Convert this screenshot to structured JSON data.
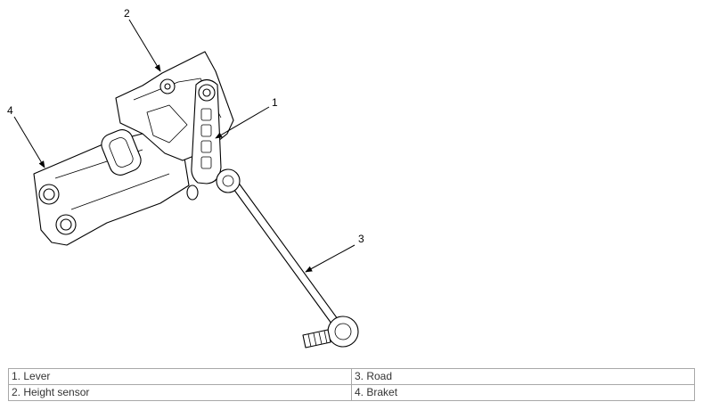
{
  "callouts": [
    "1",
    "2",
    "3",
    "4"
  ],
  "legend": {
    "rows": [
      [
        "1. Lever",
        "3. Road"
      ],
      [
        "2. Height sensor",
        "4. Braket"
      ]
    ]
  }
}
